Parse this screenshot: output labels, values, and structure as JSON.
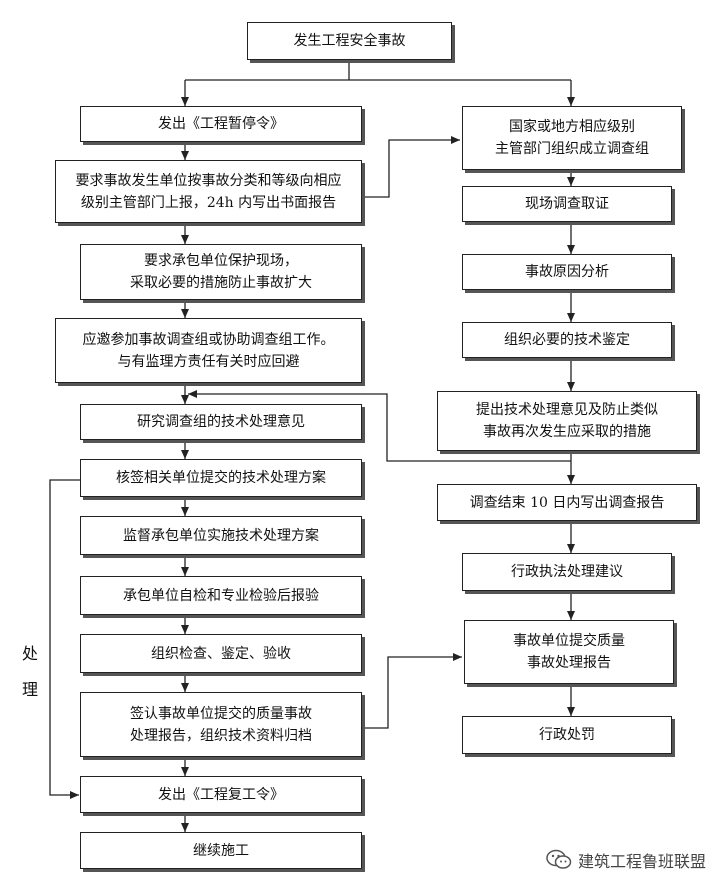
{
  "flowchart": {
    "top": "发生工程安全事故",
    "left": [
      [
        "发出《工程暂停令》"
      ],
      [
        "要求事故发生单位按事故分类和等级向相应",
        "级别主管部门上报，24h 内写出书面报告"
      ],
      [
        "要求承包单位保护现场，",
        "采取必要的措施防止事故扩大"
      ],
      [
        "应邀参加事故调查组或协助调查组工作。",
        "与有监理方责任有关时应回避"
      ],
      [
        "研究调查组的技术处理意见"
      ],
      [
        "核签相关单位提交的技术处理方案"
      ],
      [
        "监督承包单位实施技术处理方案"
      ],
      [
        "承包单位自检和专业检验后报验"
      ],
      [
        "组织检查、鉴定、验收"
      ],
      [
        "签认事故单位提交的质量事故",
        "处理报告，组织技术资料归档"
      ],
      [
        "发出《工程复工令》"
      ],
      [
        "继续施工"
      ]
    ],
    "right": [
      [
        "国家或地方相应级别",
        "主管部门组织成立调查组"
      ],
      [
        "现场调查取证"
      ],
      [
        "事故原因分析"
      ],
      [
        "组织必要的技术鉴定"
      ],
      [
        "提出技术处理意见及防止类似",
        "事故再次发生应采取的措施"
      ],
      [
        "调查结束 10 日内写出调查报告"
      ],
      [
        "行政执法处理建议"
      ],
      [
        "事故单位提交质量",
        "事故处理报告"
      ],
      [
        "行政处罚"
      ]
    ],
    "side_label": [
      "处",
      "理"
    ]
  },
  "watermark": {
    "text": "建筑工程鲁班联盟",
    "icon": "wechat-icon"
  }
}
